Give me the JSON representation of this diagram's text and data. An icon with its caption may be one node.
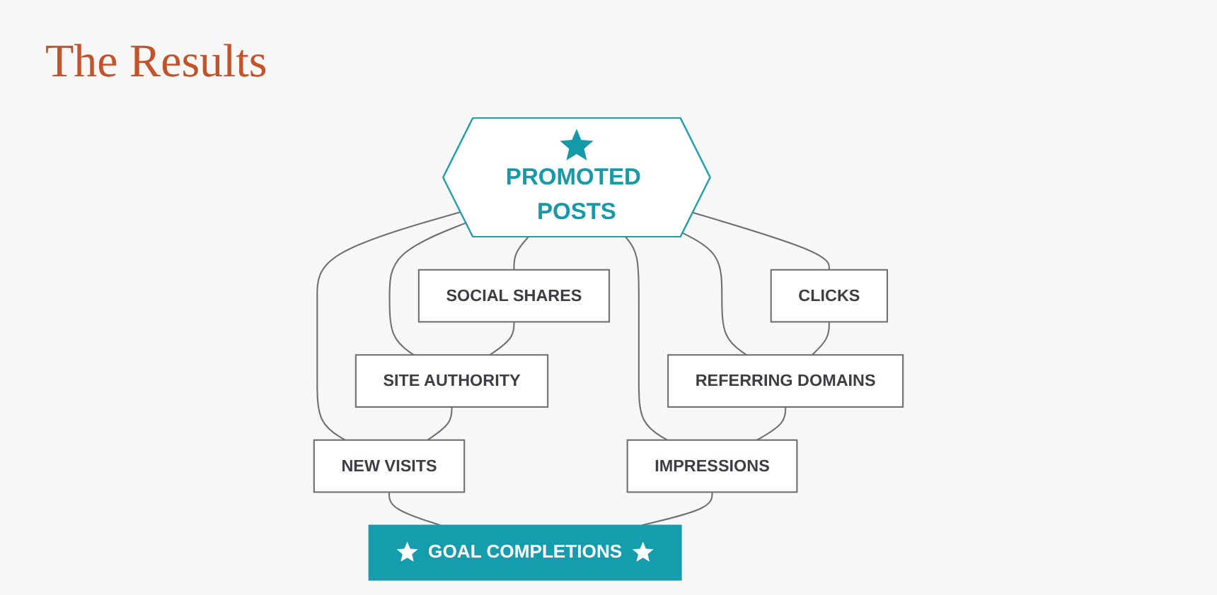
{
  "diagram": {
    "title": "The Results",
    "nodes": [
      {
        "text": [
          "SOCIAL SHARES"
        ]
      },
      {
        "text": [
          "SITE AUTHORITY"
        ]
      },
      {
        "text": [
          "NEW VISITS"
        ]
      },
      {
        "text": [
          "PROMOTED POSTS"
        ]
      },
      {
        "text": [
          "CLICKS"
        ]
      },
      {
        "text": [
          "REFERRING DOMAINS"
        ]
      },
      {
        "text": [
          "IMPRESSIONS"
        ]
      },
      {
        "text": [
          "GOAL COMPLETIONS"
        ]
      }
    ],
    "edges": [
      {
        "from": 3,
        "to": 0,
        "arrow": "none"
      },
      {
        "from": 3,
        "to": 1,
        "arrow": "none"
      },
      {
        "from": 3,
        "to": 2,
        "arrow": "none"
      },
      {
        "from": 3,
        "to": 4,
        "arrow": "none"
      },
      {
        "from": 3,
        "to": 5,
        "arrow": "none"
      },
      {
        "from": 3,
        "to": 6,
        "arrow": "none"
      },
      {
        "from": 0,
        "to": 1,
        "arrow": "none"
      },
      {
        "from": 1,
        "to": 2,
        "arrow": "none"
      },
      {
        "from": 4,
        "to": 5,
        "arrow": "none"
      },
      {
        "from": 5,
        "to": 6,
        "arrow": "none"
      },
      {
        "from": 2,
        "to": 7,
        "arrow": "none"
      },
      {
        "from": 6,
        "to": 7,
        "arrow": "none"
      }
    ]
  }
}
